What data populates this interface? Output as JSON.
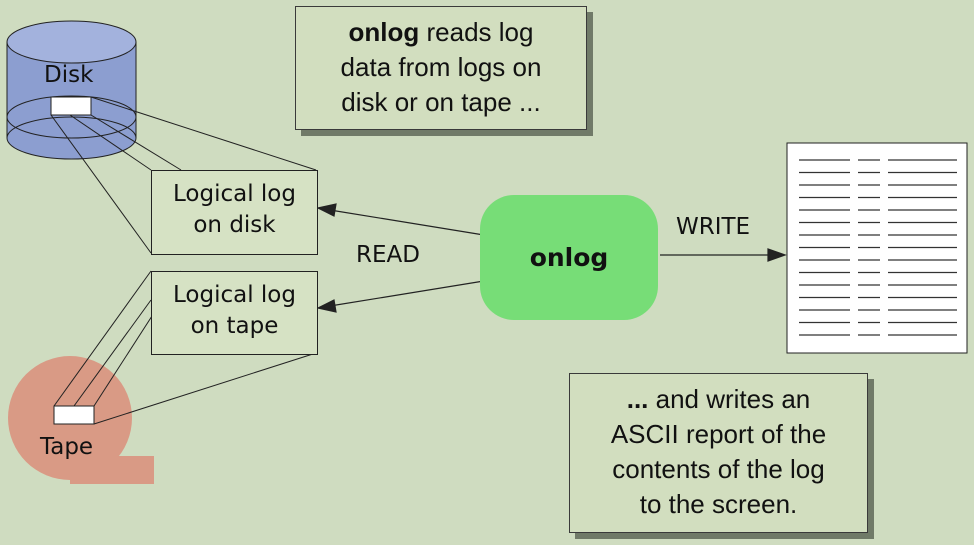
{
  "note_top": {
    "bold": "onlog",
    "line1_rest": " reads log",
    "line2": "data from logs on",
    "line3": "disk or on tape ..."
  },
  "note_bottom": {
    "bold": "...",
    "line1_rest": " and writes an",
    "line2": "ASCII report of the",
    "line3": "contents of the log",
    "line4": "to the screen."
  },
  "disk": {
    "label": "Disk"
  },
  "tape": {
    "label": "Tape"
  },
  "box_disk": {
    "line1": "Logical log",
    "line2": "on disk"
  },
  "box_tape": {
    "line1": "Logical log",
    "line2": "on tape"
  },
  "center": {
    "label": "onlog"
  },
  "read_label": "READ",
  "write_label": "WRITE",
  "colors": {
    "background": "#cfdcc0",
    "disk": "#8c9ed0",
    "tape": "#d99a85",
    "onlog": "#77dd77"
  }
}
